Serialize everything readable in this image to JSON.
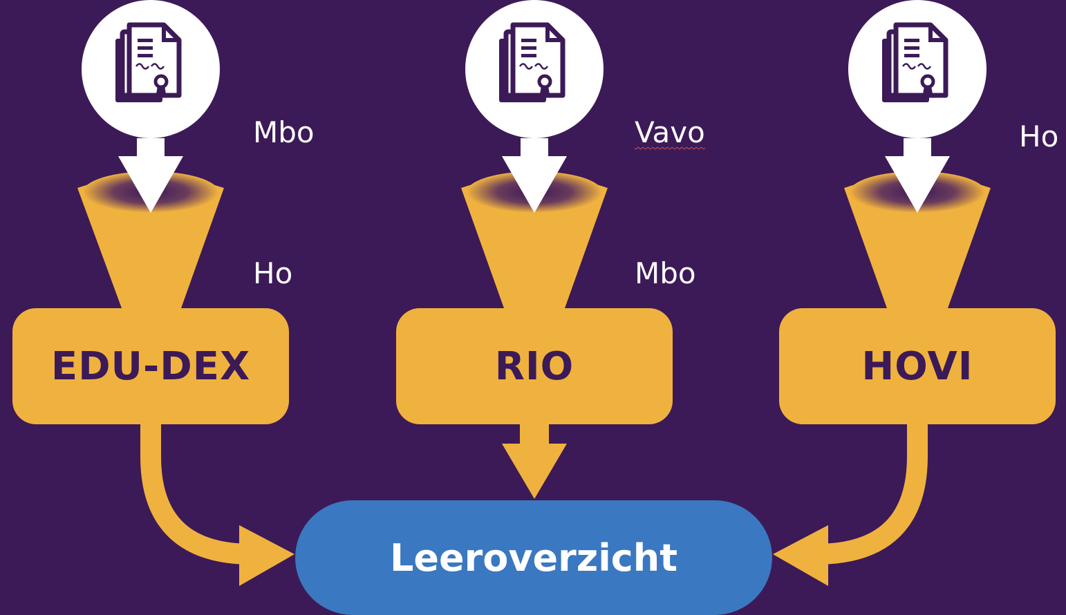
{
  "sources": [
    {
      "labels": [
        "Mbo",
        "Ho"
      ],
      "system": "EDU-DEX",
      "icon": "certificate-document-icon"
    },
    {
      "labels": [
        "Vavo",
        "Mbo"
      ],
      "system": "RIO",
      "icon": "certificate-document-icon"
    },
    {
      "labels": [
        "Ho"
      ],
      "system": "HOVI",
      "icon": "certificate-document-icon"
    }
  ],
  "target": {
    "label": "Leeroverzicht"
  },
  "colors": {
    "background": "#3c1a57",
    "accent": "#f0b23e",
    "target": "#3a78c1",
    "icon_fill": "#ffffff"
  }
}
